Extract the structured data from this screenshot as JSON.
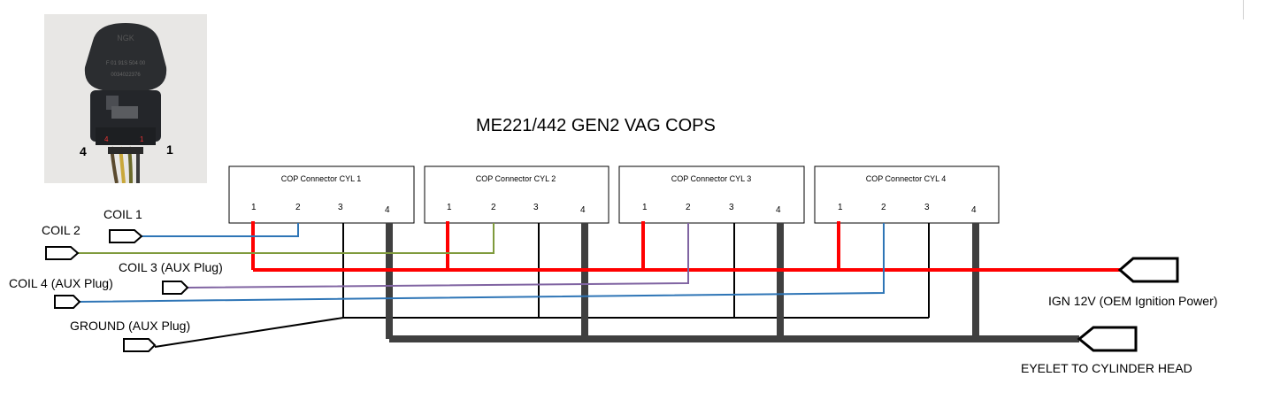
{
  "title": "ME221/442 GEN2 VAG COPS",
  "photo": {
    "brand": "NGK",
    "part_line1": "F 01 91S 504 00",
    "part_line2": "0034022376",
    "pin_left": "4",
    "pin_right": "1"
  },
  "connectors": [
    {
      "title": "COP Connector CYL 1",
      "pins": [
        "1",
        "2",
        "3",
        "4"
      ]
    },
    {
      "title": "COP Connector CYL 2",
      "pins": [
        "1",
        "2",
        "3",
        "4"
      ]
    },
    {
      "title": "COP Connector CYL 3",
      "pins": [
        "1",
        "2",
        "3",
        "4"
      ]
    },
    {
      "title": "COP Connector CYL 4",
      "pins": [
        "1",
        "2",
        "3",
        "4"
      ]
    }
  ],
  "labels": {
    "coil1": "COIL 1",
    "coil2": "COIL 2",
    "coil3": "COIL 3 (AUX Plug)",
    "coil4": "COIL 4 (AUX Plug)",
    "ground": "GROUND (AUX Plug)",
    "ign": "IGN 12V (OEM Ignition Power)",
    "eyelet": "EYELET TO CYLINDER HEAD"
  },
  "colors": {
    "ign_power": "#ff0000",
    "coil1": "#2e75b6",
    "coil2": "#7f9a3c",
    "coil3": "#8064a2",
    "coil4": "#2e75b6",
    "signal_ground": "#000000",
    "engine_ground": "#404040"
  }
}
